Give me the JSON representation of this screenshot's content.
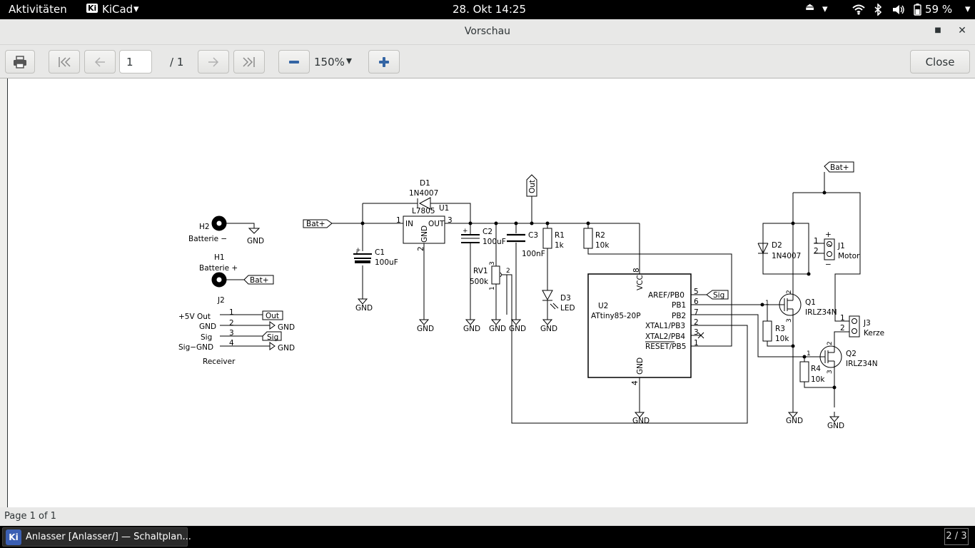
{
  "topbar": {
    "activities": "Aktivitäten",
    "app_name": "KiCad",
    "app_icon_letter": "Ki",
    "clock": "28. Okt  14:25",
    "battery": "59 %"
  },
  "window": {
    "title": "Vorschau"
  },
  "toolbar": {
    "page_value": "1",
    "page_total": "/ 1",
    "zoom": "150%",
    "close_label": "Close"
  },
  "status": {
    "text": "Page 1 of 1"
  },
  "taskbar": {
    "task_label": "Anlasser [Anlasser/] — Schaltplan...",
    "workspace": "2 / 3"
  },
  "schematic": {
    "h2": {
      "ref": "H2",
      "label": "Batterie −"
    },
    "h1": {
      "ref": "H1",
      "label": "Batterie +"
    },
    "j2": {
      "ref": "J2",
      "value": "Receiver",
      "pins": [
        {
          "num": "1",
          "name": "+5V Out"
        },
        {
          "num": "2",
          "name": "GND"
        },
        {
          "num": "3",
          "name": "Sig"
        },
        {
          "num": "4",
          "name": "Sig−GND"
        }
      ]
    },
    "d1": {
      "ref": "D1",
      "value": "1N4007"
    },
    "u1": {
      "ref": "U1",
      "value": "L7805",
      "pin_in": "IN",
      "pin_out": "OUT",
      "pin_gnd": "GND",
      "num_in": "1",
      "num_out": "3",
      "num_gnd": "2"
    },
    "c1": {
      "ref": "C1",
      "value": "100uF"
    },
    "c2": {
      "ref": "C2",
      "value": "100uF"
    },
    "c3": {
      "ref": "C3",
      "value": "100nF"
    },
    "rv1": {
      "ref": "RV1",
      "value": "500k",
      "pin1": "1",
      "pin2": "2",
      "pin3": "3"
    },
    "r1": {
      "ref": "R1",
      "value": "1k"
    },
    "r2": {
      "ref": "R2",
      "value": "10k"
    },
    "r3": {
      "ref": "R3",
      "value": "10k"
    },
    "r4": {
      "ref": "R4",
      "value": "10k"
    },
    "d3": {
      "ref": "D3",
      "value": "LED"
    },
    "d2": {
      "ref": "D2",
      "value": "1N4007"
    },
    "u2": {
      "ref": "U2",
      "value": "ATtiny85-20P",
      "vcc": "VCC",
      "gnd": "GND",
      "vcc_num": "8",
      "gnd_num": "4",
      "pins": [
        {
          "num": "5",
          "name": "AREF/PB0"
        },
        {
          "num": "6",
          "name": "PB1"
        },
        {
          "num": "7",
          "name": "PB2"
        },
        {
          "num": "2",
          "name": "XTAL1/PB3"
        },
        {
          "num": "3",
          "name": "XTAL2/PB4"
        },
        {
          "num": "1",
          "name": "RESET/PB5"
        }
      ]
    },
    "q1": {
      "ref": "Q1",
      "value": "IRLZ34N",
      "g": "1",
      "d": "2",
      "s": "3"
    },
    "q2": {
      "ref": "Q2",
      "value": "IRLZ34N",
      "g": "1",
      "d": "2",
      "s": "3"
    },
    "j1": {
      "ref": "J1",
      "value": "Motor",
      "p1": "1",
      "p2": "2",
      "plus": "+",
      "minus": "−"
    },
    "j3": {
      "ref": "J3",
      "value": "Kerze",
      "p1": "1",
      "p2": "2"
    },
    "labels": {
      "bat_plus": "Bat+",
      "out": "Out",
      "sig": "Sig",
      "gnd": "GND"
    }
  }
}
